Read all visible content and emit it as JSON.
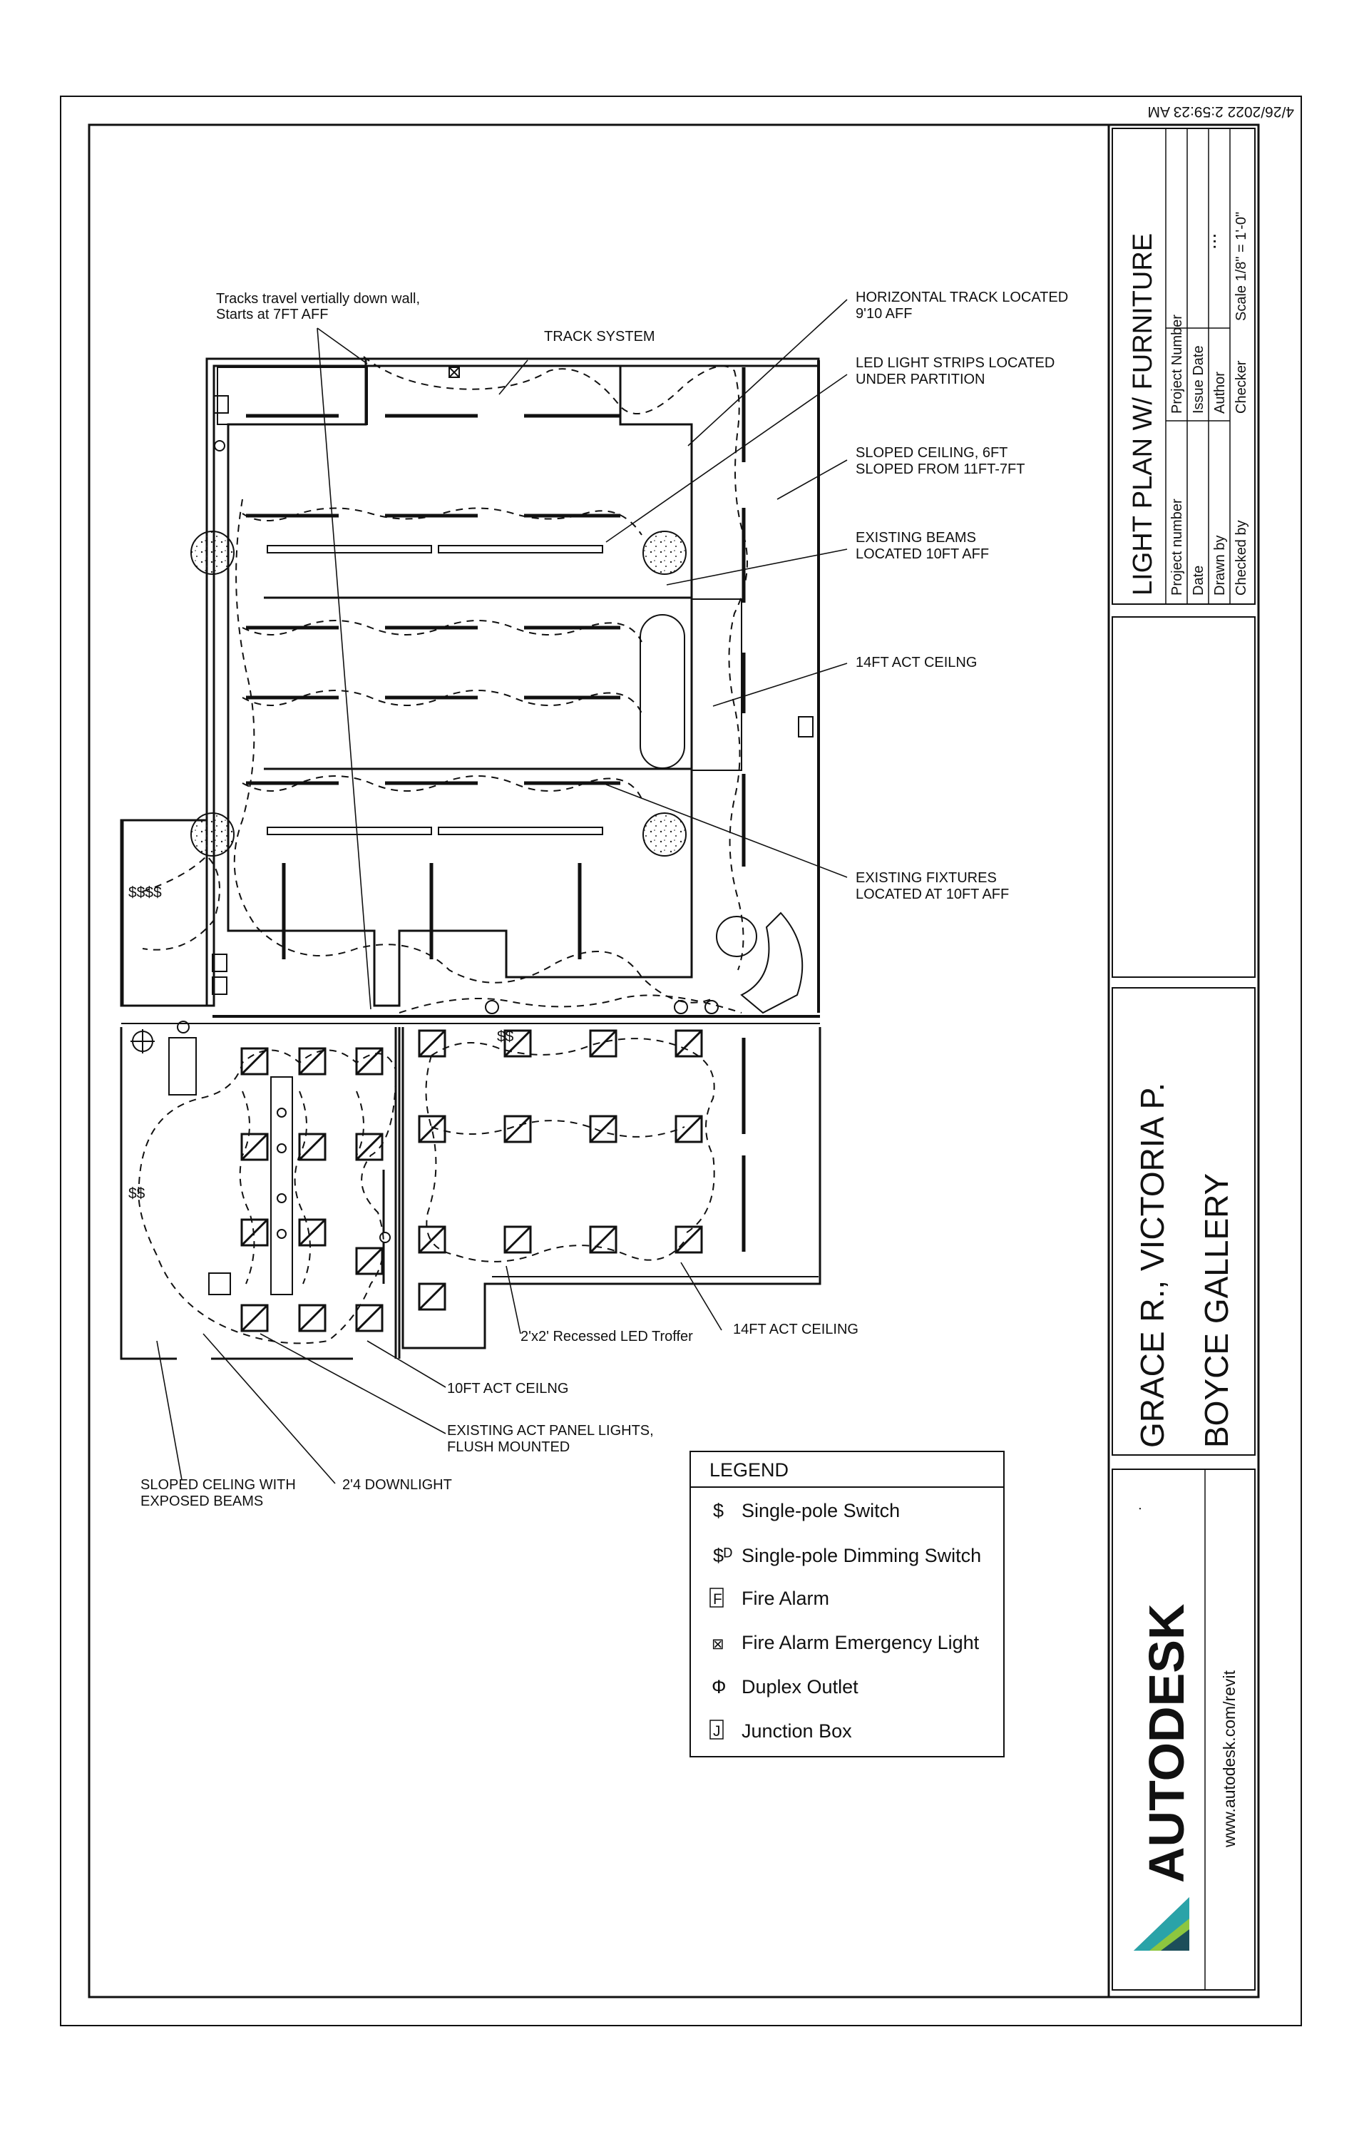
{
  "annotations": {
    "track_vertical": [
      "Tracks travel vertially down wall,",
      "Starts at 7FT AFF"
    ],
    "track_system": "TRACK SYSTEM",
    "horizontal_track": [
      "HORIZONTAL TRACK LOCATED",
      "9'10 AFF"
    ],
    "led_strips": [
      "LED LIGHT STRIPS LOCATED",
      "UNDER PARTITION"
    ],
    "sloped_ceiling_6ft": [
      "SLOPED CEILING, 6FT",
      "SLOPED FROM 11FT-7FT"
    ],
    "existing_beams": [
      "EXISTING BEAMS",
      "LOCATED 10FT AFF"
    ],
    "act_14ft_upper": "14FT ACT CEILNG",
    "existing_fixtures": [
      "EXISTING FIXTURES",
      "LOCATED AT 10FT AFF"
    ],
    "troffer": "2'x2' Recessed LED Troffer",
    "act_14ft_lower": "14FT ACT CEILING",
    "act_10ft": "10FT ACT CEILNG",
    "panel_lights": [
      "EXISTING ACT PANEL LIGHTS,",
      "FLUSH MOUNTED"
    ],
    "sloped_beams": [
      "SLOPED CELING WITH",
      "EXPOSED BEAMS"
    ],
    "downlight": "2'4 DOWNLIGHT"
  },
  "legend": {
    "title": "LEGEND",
    "items": [
      {
        "symbol": "$",
        "label": "Single-pole Switch",
        "icon": "switch-icon"
      },
      {
        "symbol": "$ᴰ",
        "label": "Single-pole Dimming Switch",
        "icon": "dimming-switch-icon"
      },
      {
        "symbol": "F",
        "label": "Fire Alarm",
        "icon": "fire-alarm-icon"
      },
      {
        "symbol": "⊠",
        "label": "Fire Alarm Emergency Light",
        "icon": "emergency-light-icon"
      },
      {
        "symbol": "Ф",
        "label": "Duplex Outlet",
        "icon": "duplex-outlet-icon"
      },
      {
        "symbol": "J",
        "label": "Junction Box",
        "icon": "junction-box-icon"
      }
    ]
  },
  "title_block": {
    "timestamp": "4/26/2022 2:59:23 AM",
    "sheet_title": "LIGHT PLAN W/ FURNITURE",
    "sheet_number": "...",
    "rows": [
      {
        "label": "Project number",
        "value": "Project Number"
      },
      {
        "label": "Date",
        "value": "Issue Date"
      },
      {
        "label": "Drawn by",
        "value": "Author"
      },
      {
        "label": "Checked by",
        "value": "Checker"
      }
    ],
    "scale": "Scale 1/8\" = 1'-0\"",
    "names": "GRACE R., VICTORIA P.",
    "project": "BOYCE GALLERY",
    "brand": "AUTODESK",
    "brand_mark": ".",
    "website": "www.autodesk.com/revit"
  },
  "colors": {
    "line": "#111111",
    "logo_dark": "#1c4e5a",
    "logo_teal": "#2aa3a8",
    "logo_green": "#8dc63f"
  }
}
